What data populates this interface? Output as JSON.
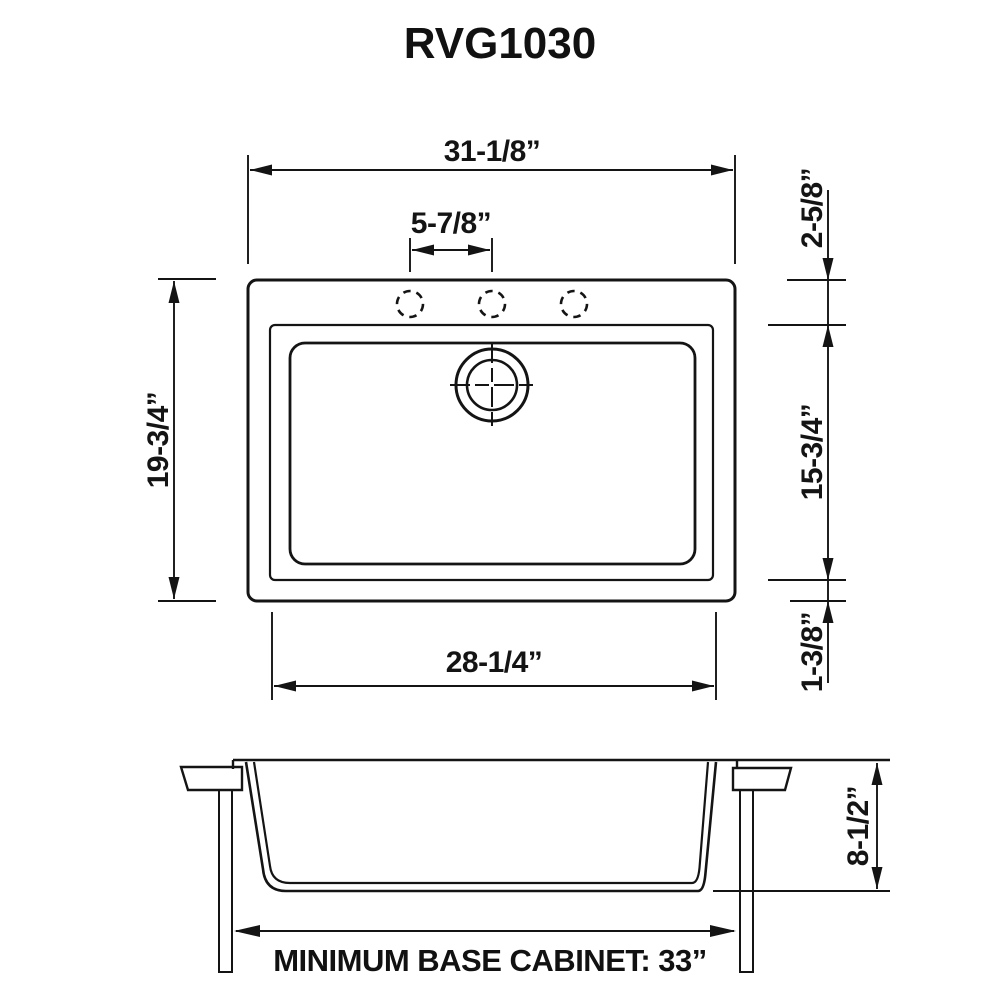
{
  "title": "RVG1030",
  "colors": {
    "line": "#141414",
    "text": "#111111",
    "background": "#ffffff"
  },
  "top_view": {
    "faucet_hole_count": 3,
    "dim_overall_width": "31-1/8”",
    "dim_faucet_hole_spacing": "5-7/8”",
    "dim_overall_front_to_back": "19-3/4”",
    "dim_rim_to_bowl_top": "2-5/8”",
    "dim_bowl_front_to_back": "15-3/4”",
    "dim_bowl_to_rim_bottom": "1-3/8”",
    "dim_bowl_width": "28-1/4”"
  },
  "side_view": {
    "dim_bowl_depth": "8-1/2”",
    "cabinet_note": "MINIMUM BASE CABINET: 33”"
  }
}
